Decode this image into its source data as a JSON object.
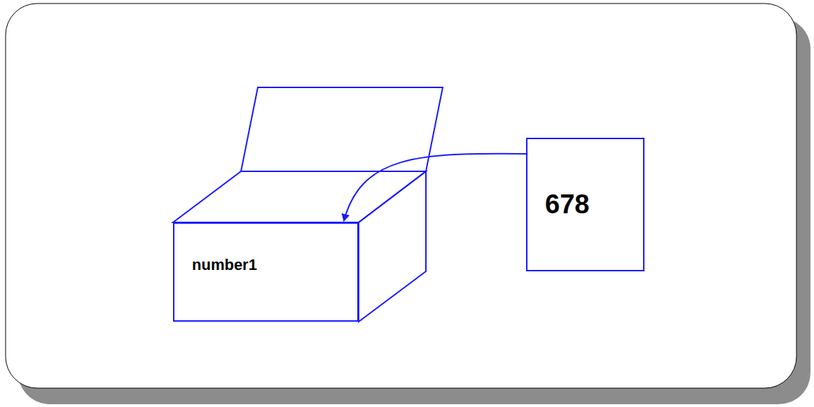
{
  "diagram": {
    "nodes": [
      {
        "text": [
          "number1"
        ]
      },
      {
        "text": [
          "678"
        ]
      }
    ],
    "edges": [
      {
        "from": 1,
        "to": 0,
        "arrow": "to"
      }
    ]
  }
}
